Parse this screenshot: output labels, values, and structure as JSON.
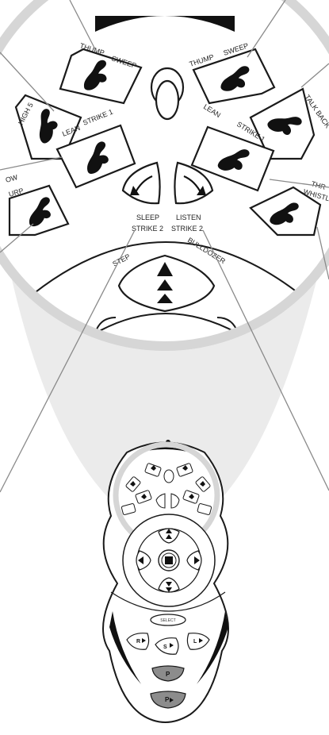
{
  "magnified_labels": {
    "left_top_thump": "THUMP",
    "left_top_sweep": "SWEEP",
    "right_top_thump": "THUMP",
    "right_top_sweep": "SWEEP",
    "high5": "HIGH 5",
    "talkback": "TALK BACK",
    "left_lean": "LEAN",
    "left_strike1": "STRIKE 1",
    "right_lean": "LEAN",
    "right_strike1": "STRIKE 1",
    "left_partial_1": "OW",
    "left_partial_2": "URP",
    "right_partial_1": "THR",
    "right_partial_2": "WHISTLE",
    "sleep": "SLEEP",
    "sleep_strike": "STRIKE 2",
    "listen": "LISTEN",
    "listen_strike": "STRIKE 2",
    "step": "STEP",
    "bulldozer": "BULLDOZER"
  },
  "remote_labels": {
    "select": "SELECT",
    "r_button": "R",
    "s_button": "S",
    "l_button": "L",
    "p_button_1": "P",
    "p_button_2": "P"
  },
  "colors": {
    "ring": "#d6d6d6",
    "funnel": "#ebebeb",
    "outline": "#1a1a1a",
    "leader": "#8a8a8a",
    "p_button": "#8c8c8c"
  }
}
